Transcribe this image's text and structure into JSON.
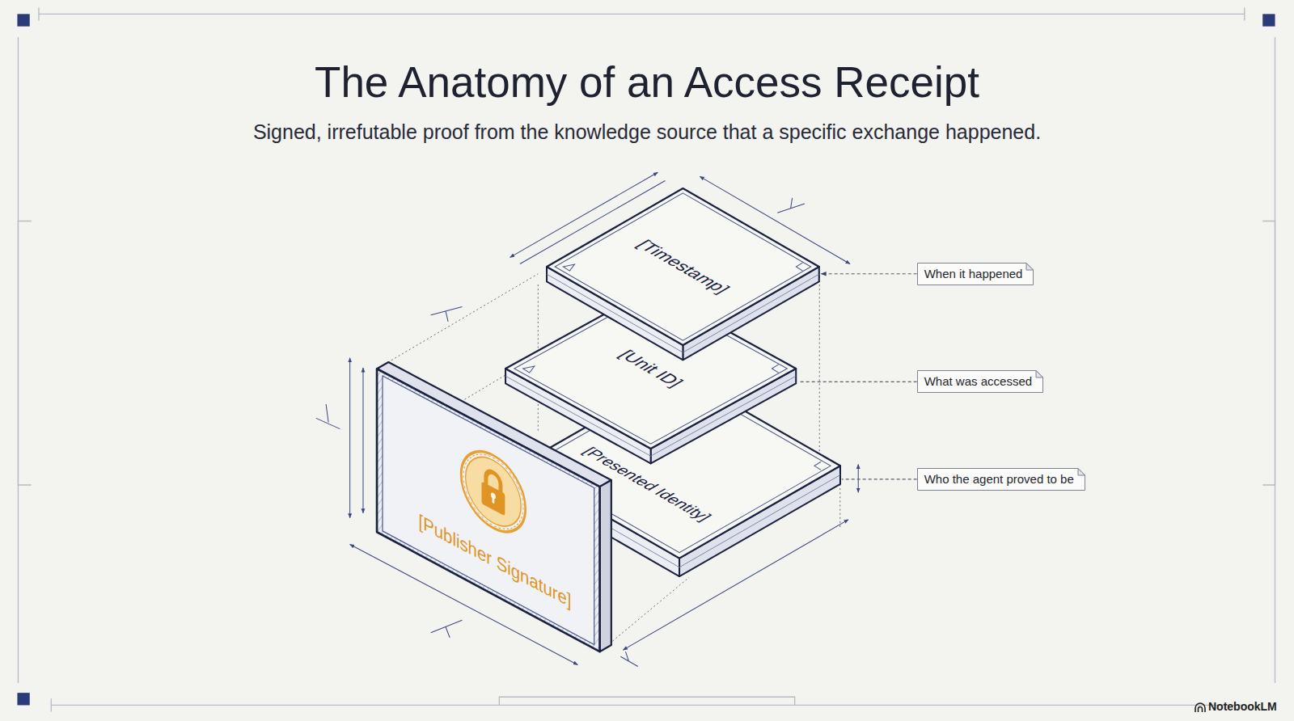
{
  "diagram": {
    "title": "The Anatomy of an Access Receipt",
    "caption": "Signed, irrefutable proof from the knowledge source that a specific exchange happened.",
    "nodes": [
      {
        "text": [
          "[Timestamp]"
        ]
      },
      {
        "text": [
          "[Unit ID]"
        ]
      },
      {
        "text": [
          "[Presented Identity]"
        ]
      },
      {
        "text": [
          "[Publisher Signature]"
        ]
      },
      {
        "text": [
          "When it happened"
        ]
      },
      {
        "text": [
          "What was accessed"
        ]
      },
      {
        "text": [
          "Who the agent proved to be"
        ]
      }
    ],
    "edges": [
      {
        "from": 4,
        "to": 0,
        "arrow": "to"
      },
      {
        "from": 5,
        "to": 1,
        "arrow": "none"
      },
      {
        "from": 6,
        "to": 2,
        "arrow": "none"
      }
    ],
    "labels": [
      "NotebookLM"
    ]
  }
}
